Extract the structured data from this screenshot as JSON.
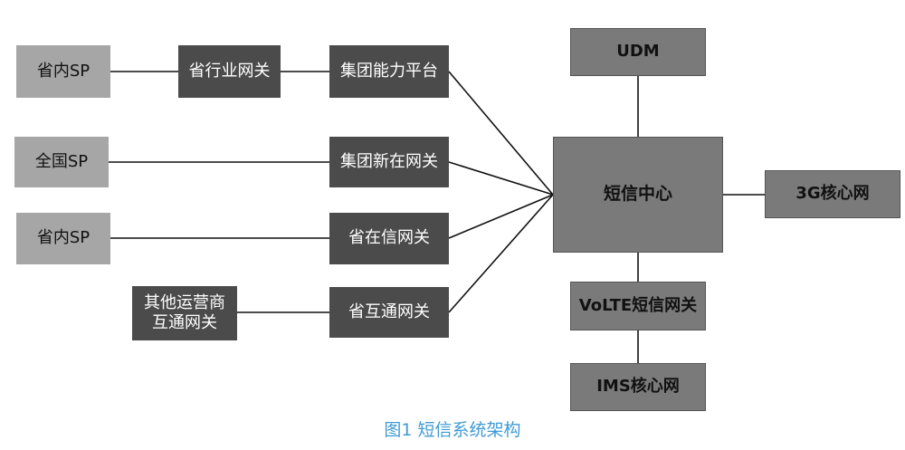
{
  "nodes": {
    "sp_province_1": "省内SP",
    "province_industry_gw": "省行业网关",
    "group_capability_platform": "集团能力平台",
    "sp_national": "全国SP",
    "group_xinzai_gw": "集团新在网关",
    "sp_province_2": "省内SP",
    "province_zaixin_gw": "省在信网关",
    "other_operators_line1": "其他运营商",
    "other_operators_line2": "互通网关",
    "province_interconnect_gw": "省互通网关",
    "udm": "UDM",
    "sms_center": "短信中心",
    "core_3g": "3G核心网",
    "volte_sms_gw": "VoLTE短信网关",
    "ims_core": "IMS核心网"
  },
  "caption": "图1 短信系统架构",
  "colors": {
    "light_box": "#a6a6a6",
    "dark_box": "#4b4b4b",
    "mid_box": "#7a7a7a",
    "line": "#111111",
    "caption": "#3f9bd6"
  }
}
